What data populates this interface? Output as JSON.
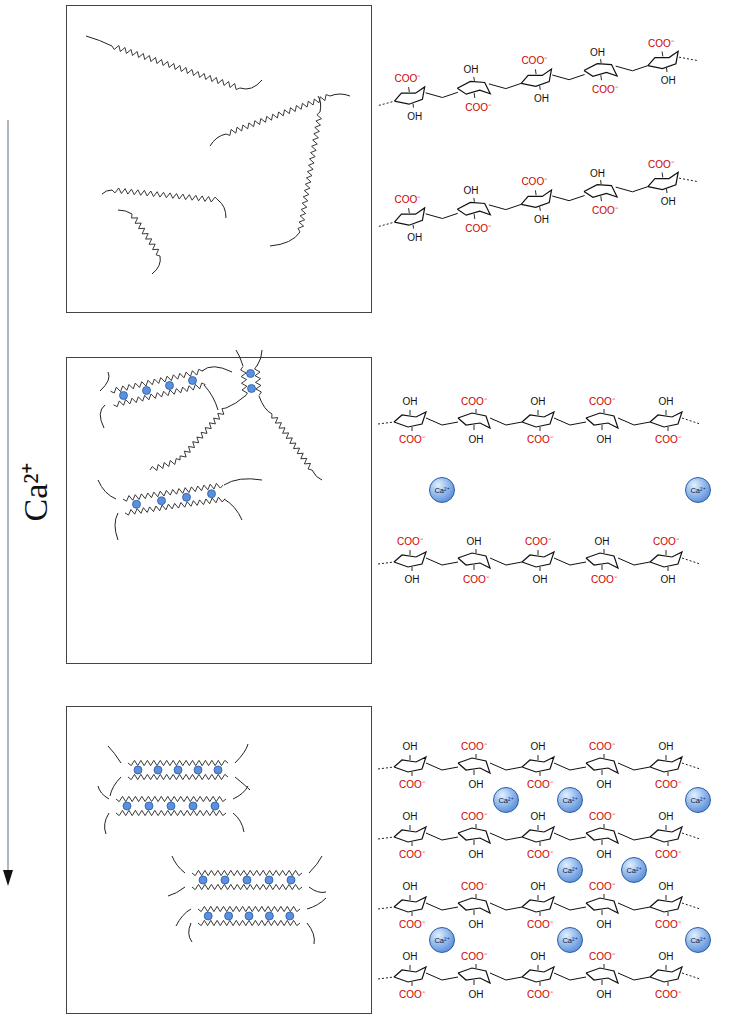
{
  "diagram": {
    "nodes": [
      {
        "text": [
          "Ca²⁺"
        ]
      },
      {
        "text": [
          "Ca²⁺"
        ]
      },
      {
        "text": [
          "Ca²⁺"
        ]
      },
      {
        "text": [
          "Ca²⁺"
        ]
      },
      {
        "text": [
          "Ca²⁺"
        ]
      },
      {
        "text": [
          "Ca²⁺"
        ]
      },
      {
        "text": [
          "Ca²⁺"
        ]
      },
      {
        "text": [
          "Ca²⁺"
        ]
      },
      {
        "text": [
          "Ca²⁺"
        ]
      },
      {
        "text": [
          "Ca²⁺"
        ]
      }
    ],
    "labels": [
      "Ca²⁺",
      "COO⁻",
      "OH",
      "OH",
      "COO⁻",
      "COO⁻",
      "OH",
      "OH",
      "COO⁻",
      "COO⁻",
      "OH",
      "COO⁻",
      "OH",
      "OH",
      "COO⁻",
      "COO⁻",
      "OH",
      "OH",
      "COO⁻",
      "COO⁻",
      "OH",
      "OH",
      "COO⁻",
      "COO⁻",
      "OH",
      "OH",
      "COO⁻",
      "COO⁻",
      "OH",
      "OH",
      "COO⁻",
      "COO⁻",
      "OH",
      "OH",
      "COO⁻",
      "COO⁻",
      "OH",
      "OH",
      "COO⁻",
      "COO⁻",
      "OH",
      "OH",
      "COO⁻",
      "COO⁻",
      "OH",
      "OH",
      "COO⁻",
      "COO⁻",
      "OH",
      "OH",
      "COO⁻",
      "OH",
      "COO⁻",
      "COO⁻",
      "OH",
      "OH",
      "COO⁻",
      "COO⁻",
      "OH",
      "OH",
      "COO⁻",
      "OH",
      "COO⁻",
      "COO⁻",
      "OH",
      "OH",
      "COO⁻",
      "COO⁻",
      "OH",
      "OH",
      "COO⁻",
      "OH",
      "COO⁻",
      "COO⁻",
      "OH",
      "OH",
      "COO⁻",
      "COO⁻",
      "OH",
      "OH",
      "COO⁻"
    ]
  }
}
